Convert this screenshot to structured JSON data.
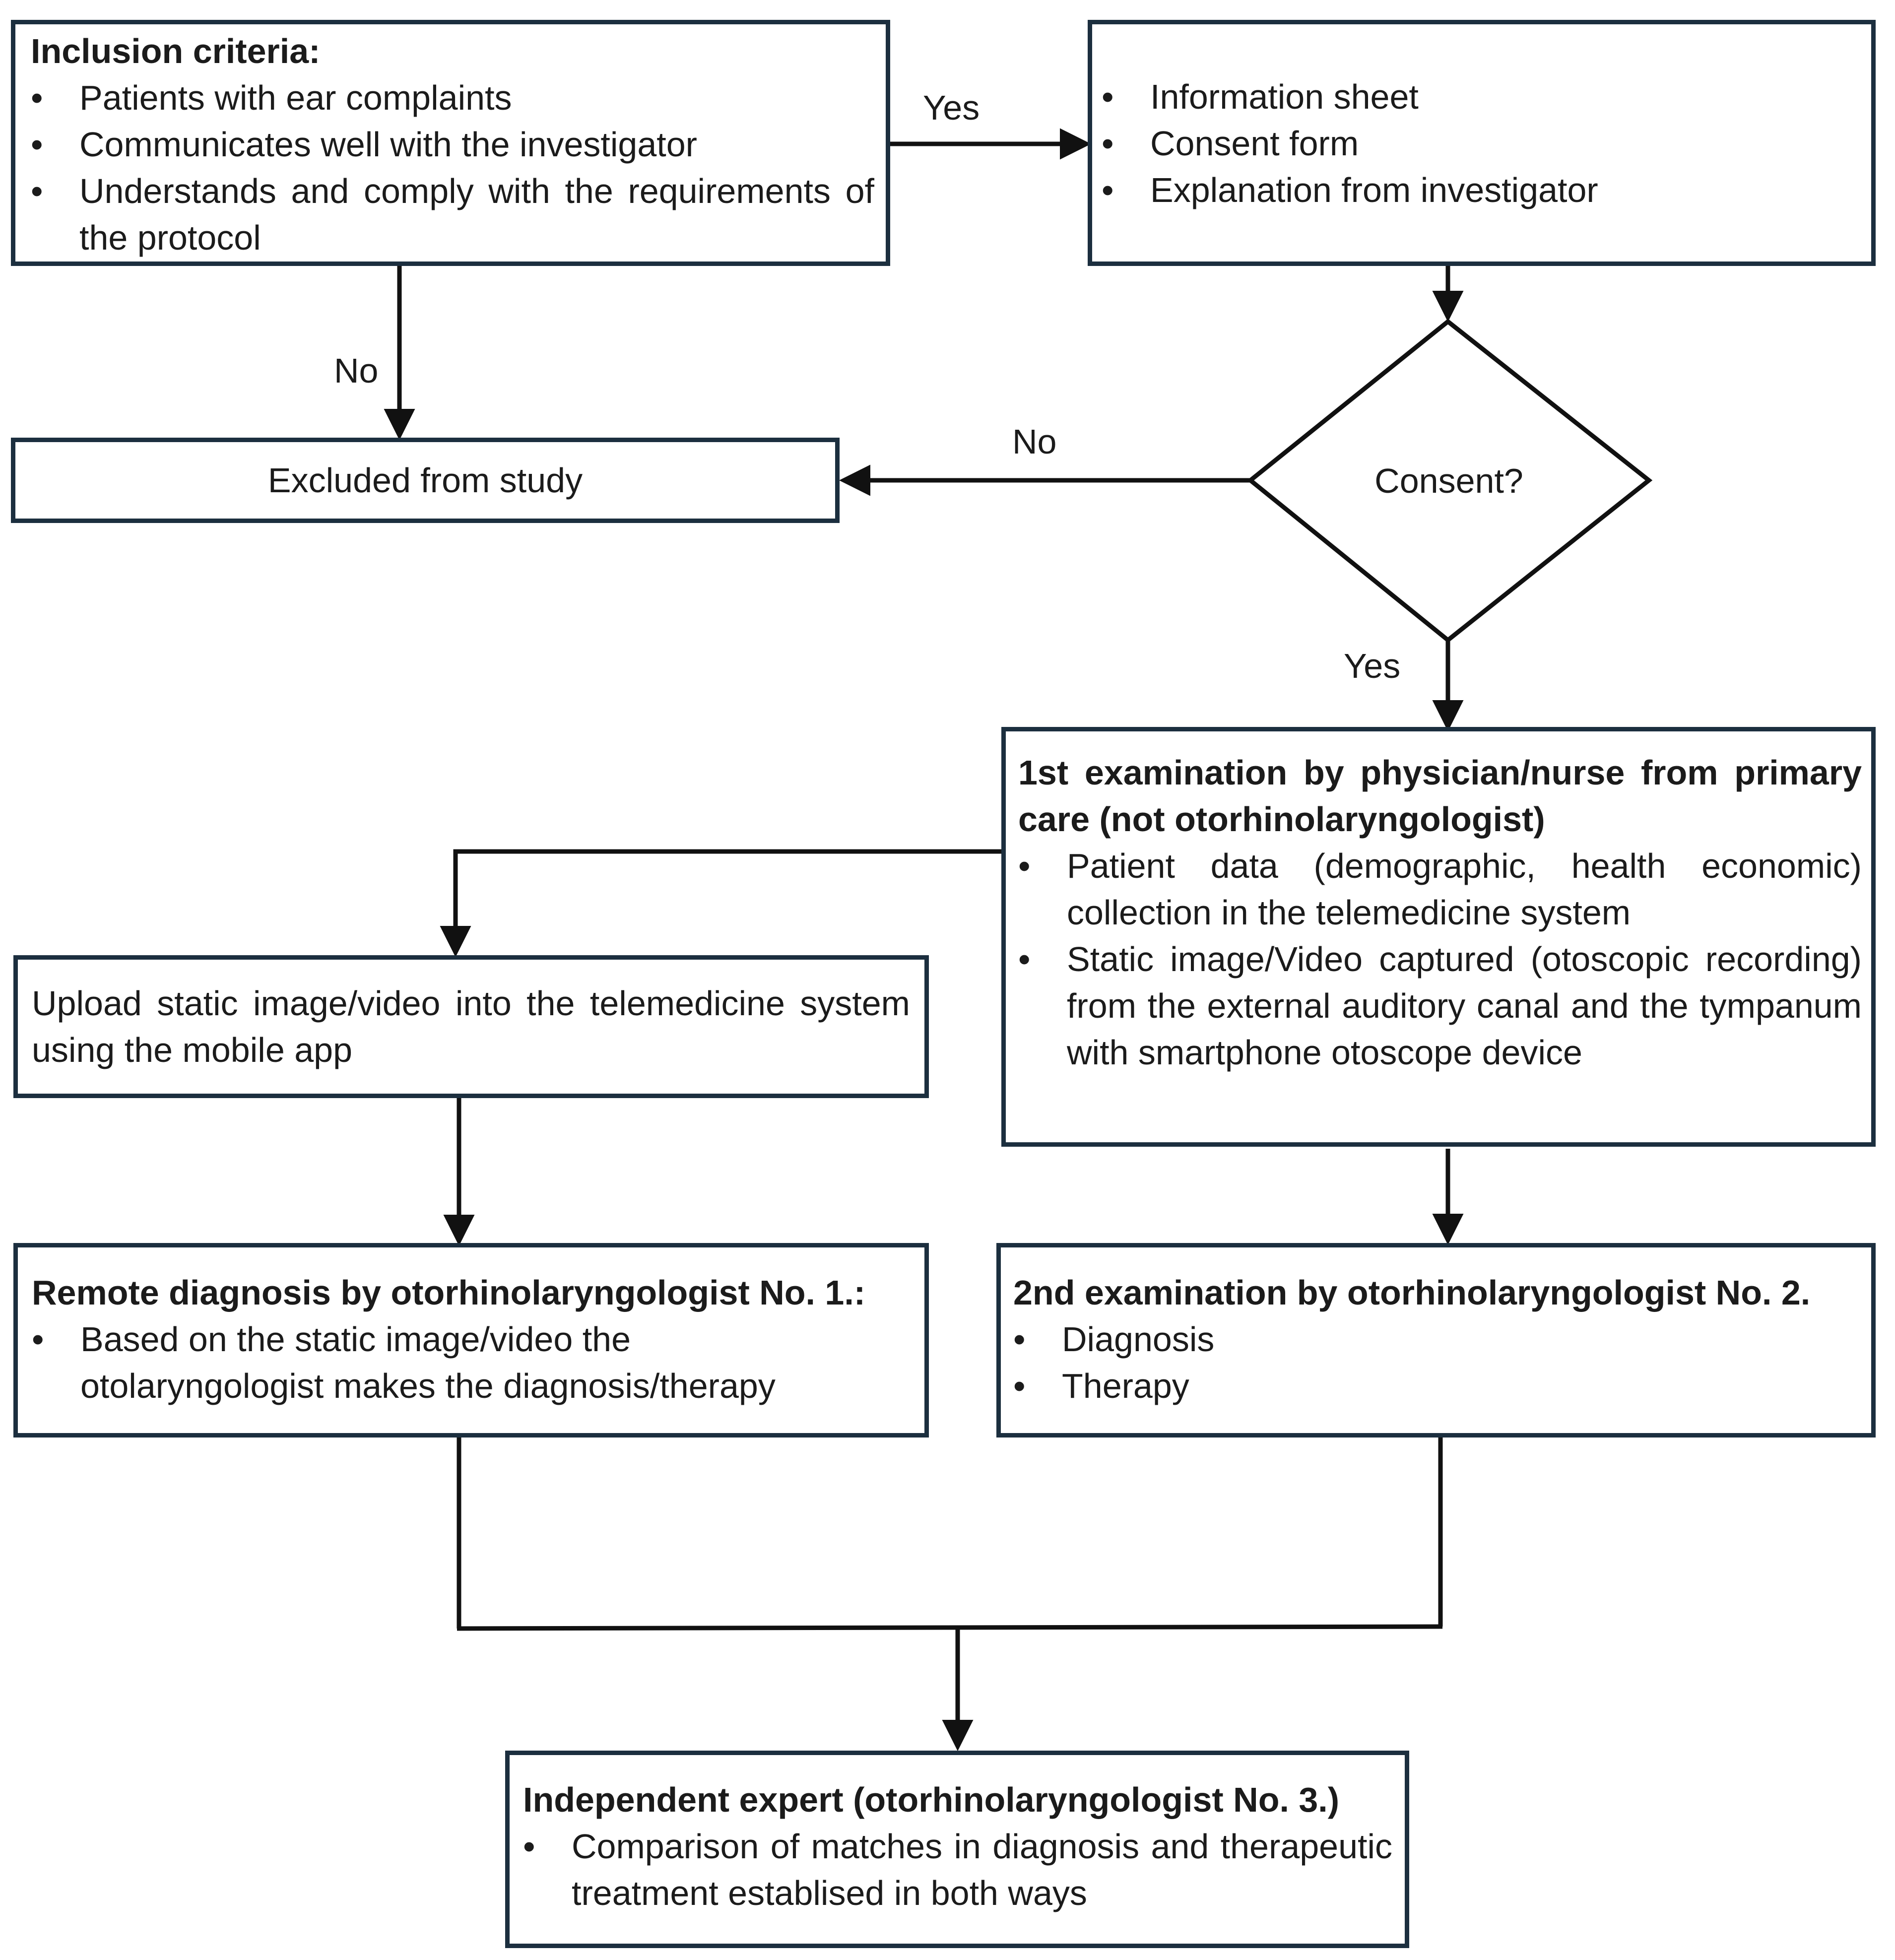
{
  "inclusion": {
    "title": "Inclusion criteria:",
    "items": [
      "Patients with ear complaints",
      "Communicates well with the investigator",
      "Understands and comply with the requirements of the protocol"
    ]
  },
  "information": {
    "items": [
      "Information sheet",
      "Consent form",
      "Explanation from investigator"
    ]
  },
  "excluded": {
    "text": "Excluded from study"
  },
  "decision": {
    "text": "Consent?"
  },
  "first_exam": {
    "title": "1st examination by physician/nurse from primary care (not otorhinolaryngologist)",
    "items": [
      "Patient data (demographic, health economic) collection in the telemedicine system",
      "Static image/Video captured (otoscopic recording) from the external auditory canal and the tympanum with smartphone otoscope device"
    ]
  },
  "upload": {
    "text": "Upload static image/video into the telemedicine system using the mobile app"
  },
  "remote_dx": {
    "title": "Remote diagnosis by otorhinolaryngologist No. 1.:",
    "items": [
      "Based on the static image/video the otolaryngologist makes the diagnosis/therapy"
    ]
  },
  "second_exam": {
    "title": "2nd examination by otorhinolaryngologist No. 2.",
    "items": [
      "Diagnosis",
      "Therapy"
    ]
  },
  "expert": {
    "title": "Independent expert (otorhinolaryngologist No. 3.)",
    "items": [
      "Comparison of matches in diagnosis and therapeutic treatment establised in both ways"
    ]
  },
  "labels": {
    "yes_top": "Yes",
    "no_left": "No",
    "no_mid": "No",
    "yes_consent": "Yes"
  },
  "colors": {
    "border": "#1c2f3f",
    "arrow": "#111111",
    "text": "#1b1b1b"
  }
}
